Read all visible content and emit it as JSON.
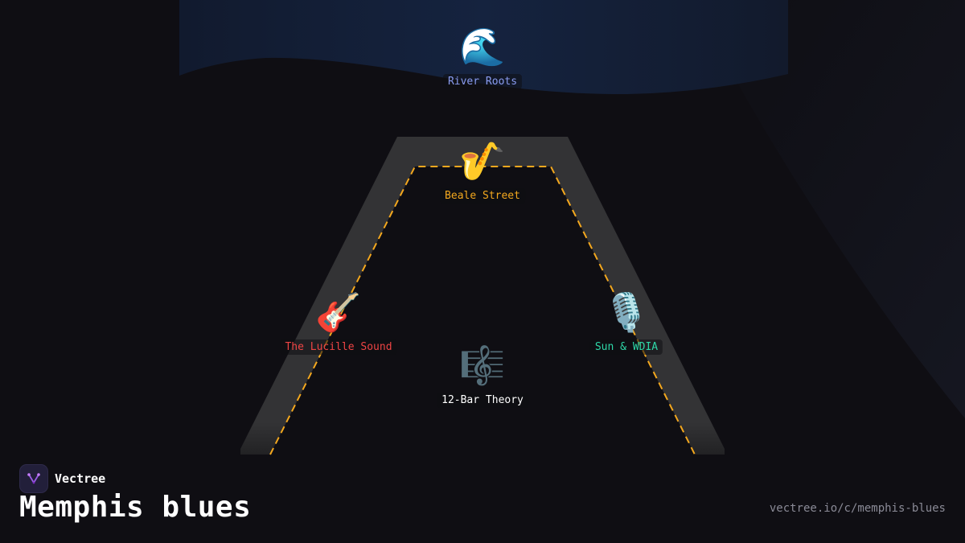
{
  "colors": {
    "background": "#0f0e13",
    "river": "#142038",
    "road": "#333335",
    "lane_dash": "#f4a81e"
  },
  "nodes": [
    {
      "id": "river-roots",
      "label": "River Roots",
      "emoji": "🌊",
      "color": "#8a9cf0"
    },
    {
      "id": "beale-street",
      "label": "Beale Street",
      "emoji": "🎷",
      "color": "#f4a81e"
    },
    {
      "id": "lucille-sound",
      "label": "The Lucille Sound",
      "emoji": "🎸",
      "color": "#ee4444"
    },
    {
      "id": "sun-wdia",
      "label": "Sun & WDIA",
      "emoji": "🎙️",
      "color": "#2ed8a8"
    },
    {
      "id": "twelve-bar-theory",
      "label": "12-Bar Theory",
      "emoji": "🎼",
      "color": "#ffffff"
    }
  ],
  "footer": {
    "brand": "Vectree",
    "title": "Memphis blues",
    "url": "vectree.io/c/memphis-blues"
  }
}
